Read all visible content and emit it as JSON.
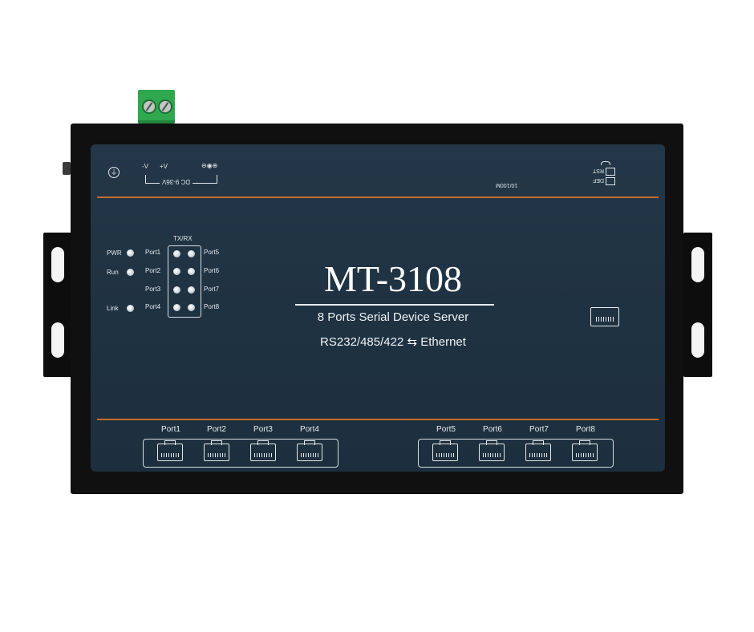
{
  "device": {
    "model": "MT-3108",
    "subtitle": "8 Ports Serial Device Server",
    "protocol_left": "RS232/485/422",
    "protocol_arrow": "⇆",
    "protocol_right": "Ethernet"
  },
  "power": {
    "minus_label": "-V",
    "plus_label": "+V",
    "voltage_label": "DC 9-36V"
  },
  "indicators": {
    "header": "TX/RX",
    "status": [
      "PWR",
      "Run",
      "Link"
    ],
    "left_ports": [
      "Port1",
      "Port2",
      "Port3",
      "Port4"
    ],
    "right_ports": [
      "Port5",
      "Port6",
      "Port7",
      "Port8"
    ]
  },
  "top_right": {
    "ethernet_label": "10/100M",
    "reset_label": "RST",
    "def_label": "DEF"
  },
  "serial_ports": {
    "group_a": [
      "Port1",
      "Port2",
      "Port3",
      "Port4"
    ],
    "group_b": [
      "Port5",
      "Port6",
      "Port7",
      "Port8"
    ]
  },
  "colors": {
    "panel": "#213547",
    "frame": "#101010",
    "accent_stripe": "#c76b2a",
    "terminal": "#2fa84f"
  }
}
